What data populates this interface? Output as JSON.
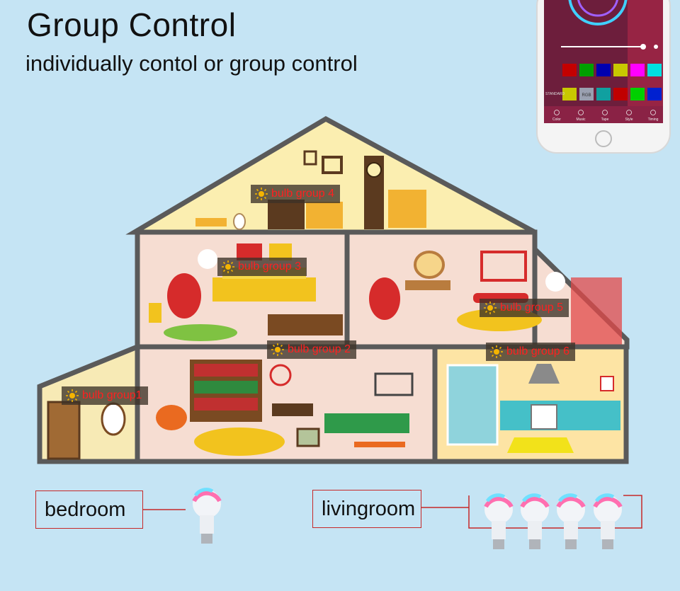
{
  "header": {
    "title": "Group Control",
    "subtitle": "individually contol or group control"
  },
  "bulb_groups": [
    {
      "label": "bulb group 4"
    },
    {
      "label": "bulb group 3"
    },
    {
      "label": "bulb group 5"
    },
    {
      "label": "bulb group 2"
    },
    {
      "label": "bulb group 6"
    },
    {
      "label": "bulb group1"
    }
  ],
  "rooms": {
    "bedroom": {
      "label": "bedroom"
    },
    "livingroom": {
      "label": "livingroom"
    }
  },
  "phone": {
    "tabs": [
      "Color",
      "Music",
      "Tape",
      "Style",
      "Timing"
    ],
    "standard_label": "STANDARD",
    "rgb_label": "RGB",
    "swatch_row1": [
      "#c40000",
      "#00a000",
      "#0000b0",
      "#c8c800",
      "#ff00ff",
      "#00e0e0"
    ],
    "swatch_row2": [
      "#c8c800",
      "#9aa0b0",
      "#10a0a0",
      "#c00000",
      "#00d000",
      "#0020d0"
    ]
  },
  "colors": {
    "background": "#c5e4f4",
    "house_outline": "#5a5a5a",
    "label_text": "#ff2020",
    "room_border": "#c62828"
  }
}
